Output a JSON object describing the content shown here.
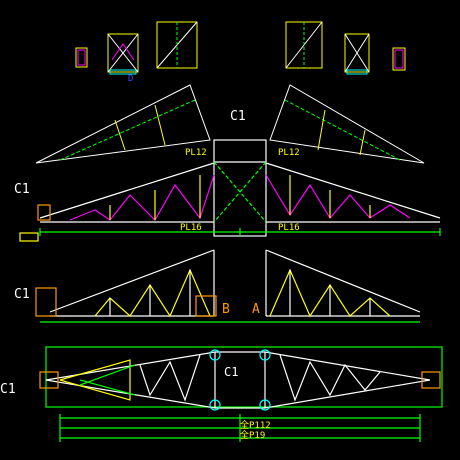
{
  "labels": {
    "c1_top": "C1",
    "c1_truss1": "C1",
    "c1_truss2": "C1",
    "c1_truss3": "C1",
    "c1_center": "C1",
    "plate_left_top": "PL12",
    "plate_right_top": "PL12",
    "plate_left_mid": "PL16",
    "plate_right_mid": "PL16",
    "section_b": "B",
    "section_a": "A",
    "detail_d": "D",
    "dim_pl12": "全P112",
    "dim_pl19": "全P19"
  },
  "colors": {
    "background": "#000000",
    "chord": "#ffffff",
    "member_yellow": "#ffff00",
    "member_green": "#00ff00",
    "member_magenta": "#ff00ff",
    "member_cyan": "#00ffff",
    "dimension": "#00ff00",
    "orange": "#ff9900",
    "red": "#ff3030",
    "blue": "#3050ff"
  }
}
